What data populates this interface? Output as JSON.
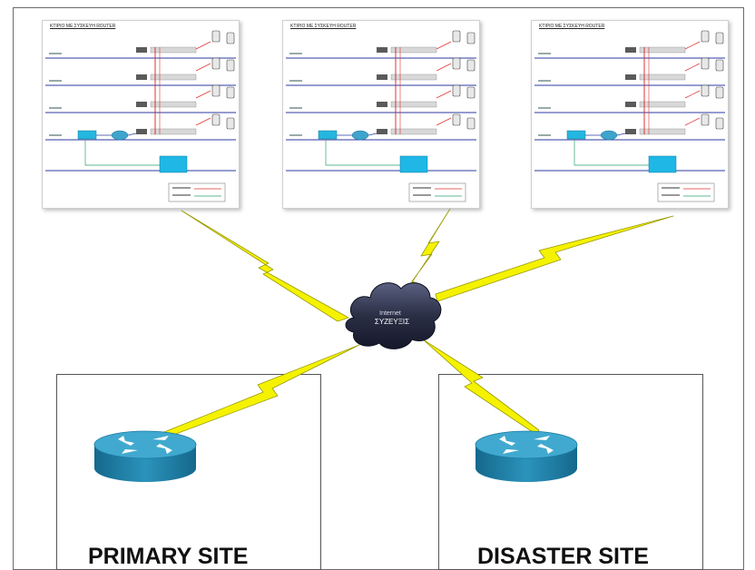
{
  "panels": [
    {
      "title": "ΚΤΙΡΙΟ ΜΕ ΣΥΣΚΕΥΗ ROUTER"
    },
    {
      "title": "ΚΤΙΡΙΟ ΜΕ ΣΥΣΚΕΥΗ ROUTER"
    },
    {
      "title": "ΚΤΙΡΙΟ ΜΕ ΣΥΣΚΕΥΗ ROUTER"
    }
  ],
  "cloud": {
    "line1": "Internet",
    "line2": "ΣΥΖΕΥΞΙΣ"
  },
  "sites": {
    "primary_label": "PRIMARY SITE",
    "disaster_label": "DISASTER SITE"
  },
  "colors": {
    "cloud": "#2a2f45",
    "bolt": "#f5f200",
    "router_top": "#38a6c8",
    "router_side": "#1b7fa3",
    "link": "#e03030"
  },
  "icons": [
    "cloud-icon",
    "lightning-bolt-icon",
    "router-icon",
    "ip-phone-icon",
    "switch-icon"
  ]
}
